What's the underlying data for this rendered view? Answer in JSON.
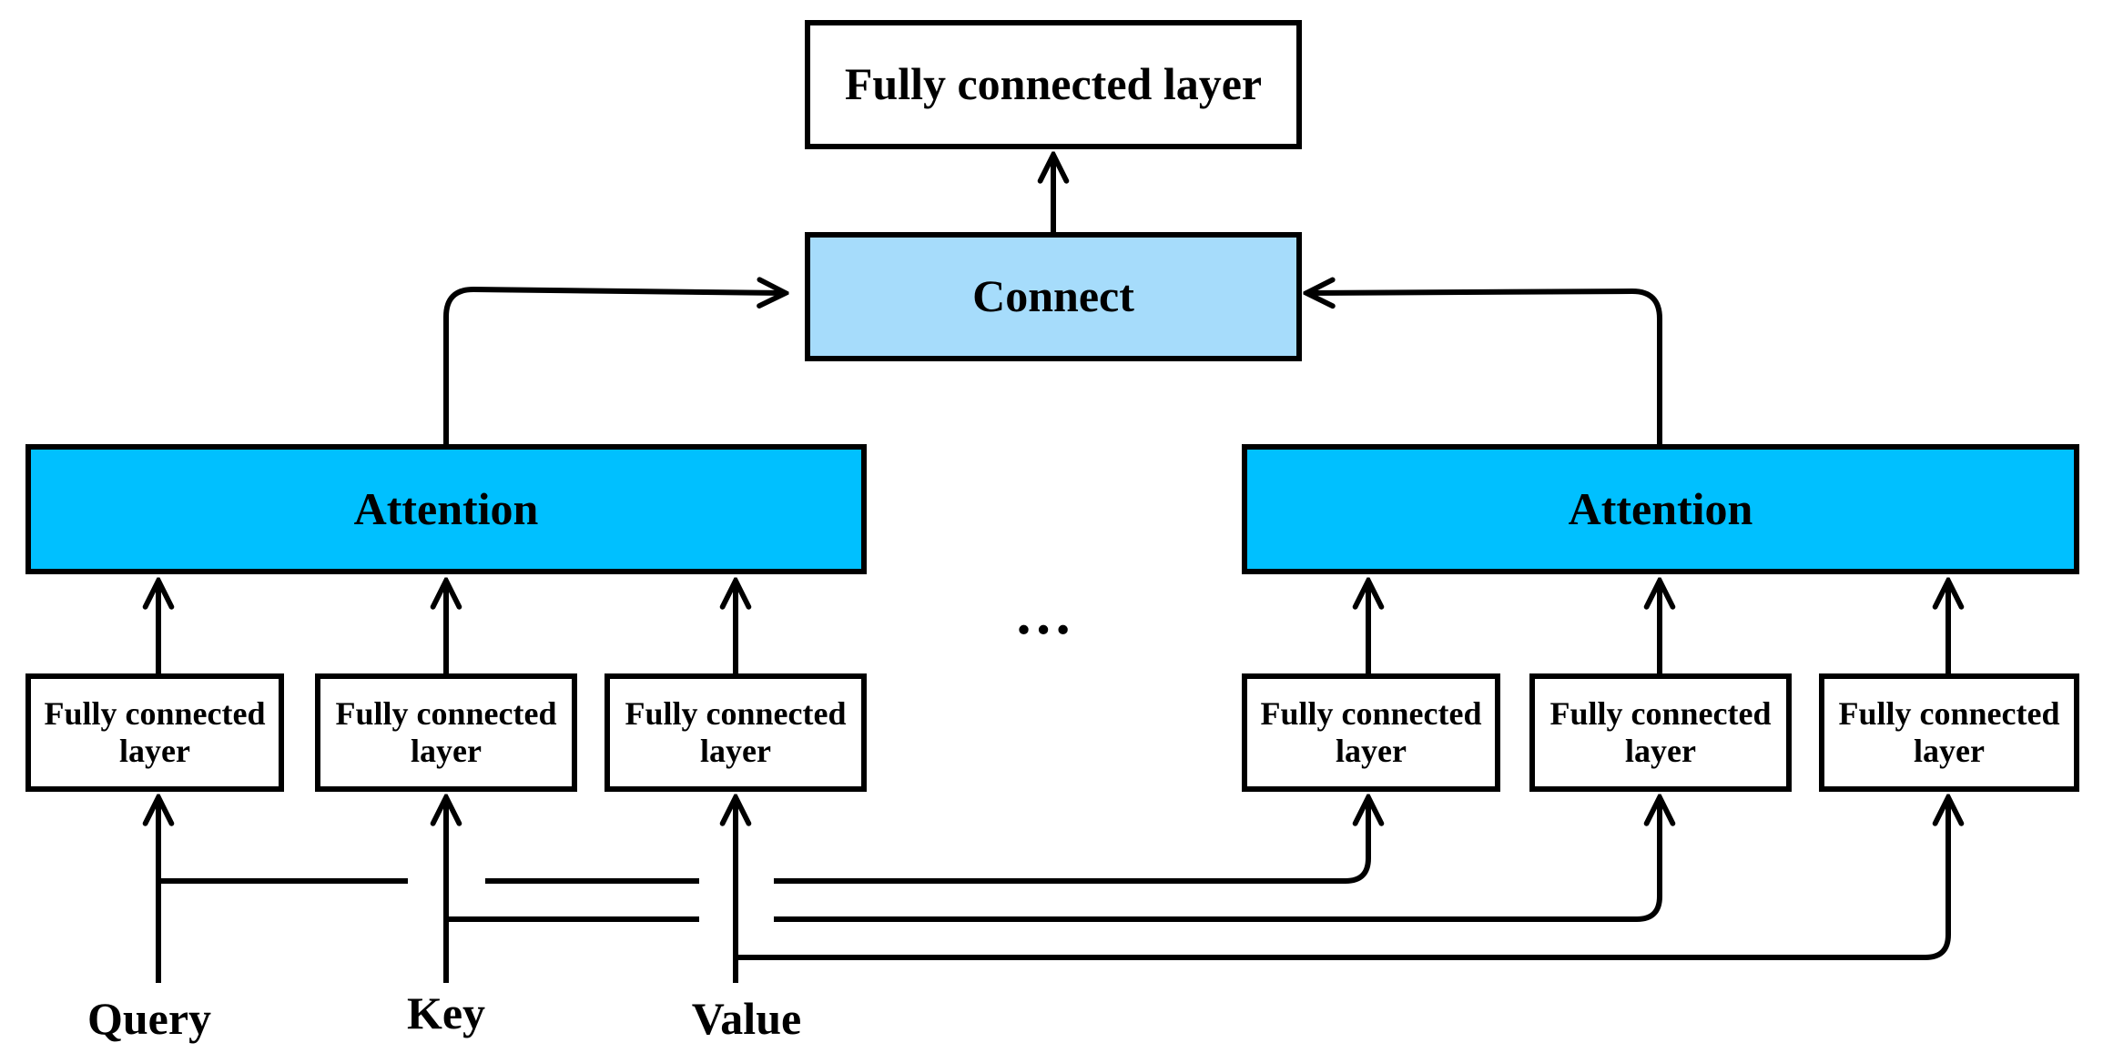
{
  "diagram": {
    "output_layer": {
      "label": "Fully connected layer"
    },
    "connect": {
      "label": "Connect"
    },
    "attention_left": {
      "label": "Attention"
    },
    "attention_right": {
      "label": "Attention"
    },
    "fc_left": [
      {
        "label": "Fully connected layer"
      },
      {
        "label": "Fully connected layer"
      },
      {
        "label": "Fully connected layer"
      }
    ],
    "fc_right": [
      {
        "label": "Fully connected layer"
      },
      {
        "label": "Fully connected layer"
      },
      {
        "label": "Fully connected layer"
      }
    ],
    "ellipsis": "…",
    "inputs": {
      "query": "Query",
      "key": "Key",
      "value": "Value"
    },
    "colors": {
      "connect_fill": "#a6dcfb",
      "attention_fill": "#00c0ff",
      "stroke": "#000000"
    }
  }
}
